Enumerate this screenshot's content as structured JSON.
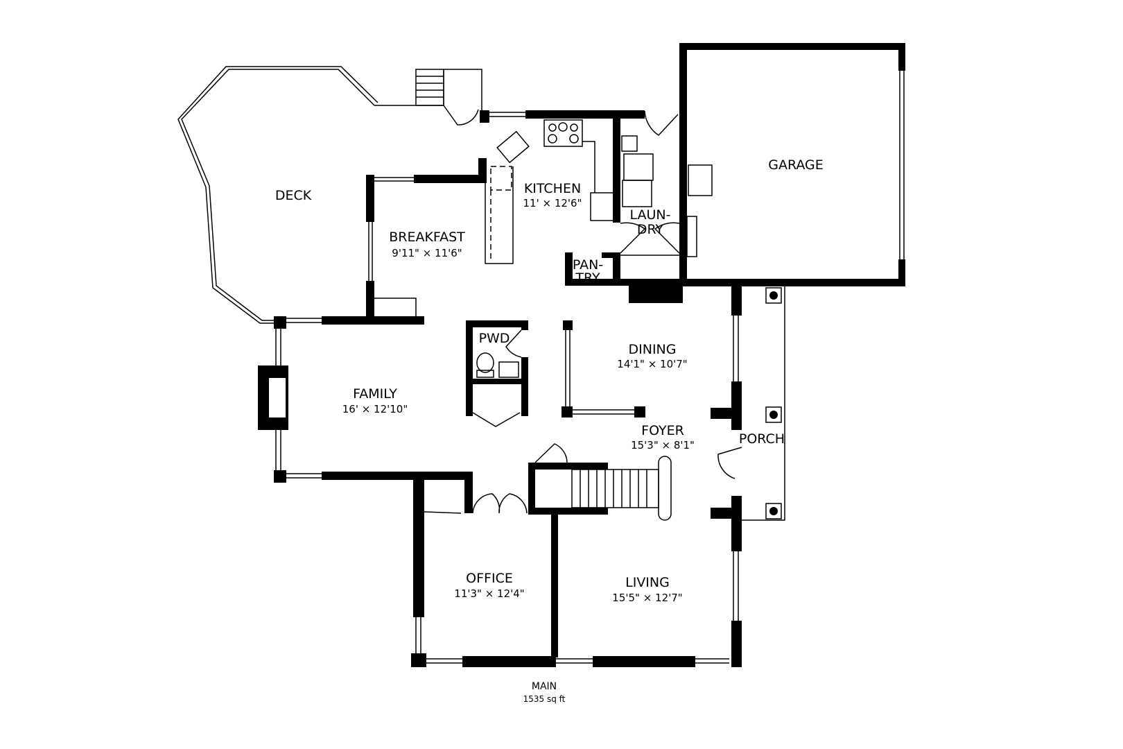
{
  "floor": {
    "name": "MAIN",
    "area": "1535 sq ft"
  },
  "rooms": {
    "deck": {
      "name": "DECK"
    },
    "breakfast": {
      "name": "BREAKFAST",
      "size": "9'11\" × 11'6\""
    },
    "kitchen": {
      "name": "KITCHEN",
      "size": "11' × 12'6\""
    },
    "laundry": {
      "name1": "LAUN-",
      "name2": "DRY"
    },
    "pantry": {
      "name1": "PAN-",
      "name2": "TRY"
    },
    "garage": {
      "name": "GARAGE"
    },
    "powder": {
      "name": "PWD"
    },
    "dining": {
      "name": "DINING",
      "size": "14'1\" × 10'7\""
    },
    "family": {
      "name": "FAMILY",
      "size": "16' × 12'10\""
    },
    "foyer": {
      "name": "FOYER",
      "size": "15'3\" × 8'1\""
    },
    "porch": {
      "name": "PORCH"
    },
    "office": {
      "name": "OFFICE",
      "size": "11'3\" × 12'4\""
    },
    "living": {
      "name": "LIVING",
      "size": "15'5\" × 12'7\""
    }
  }
}
